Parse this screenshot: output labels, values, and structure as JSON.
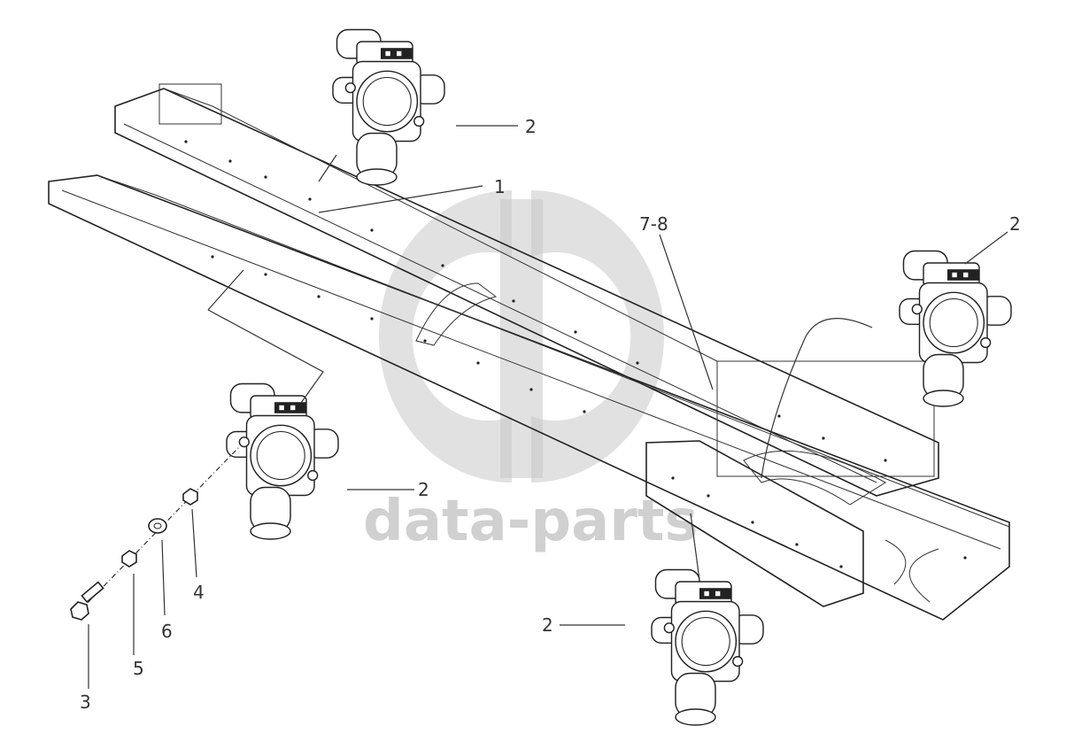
{
  "callouts": {
    "c1": "1",
    "c2_top": "2",
    "c2_right": "2",
    "c2_mid": "2",
    "c2_bottom": "2",
    "c3": "3",
    "c4": "4",
    "c5": "5",
    "c6": "6",
    "c78": "7-8"
  },
  "watermark": {
    "text": "data-parts",
    "color": "#c0c0c0"
  },
  "colors": {
    "line": "#222222",
    "background": "#ffffff"
  },
  "icons": {
    "valve": "air-dryer-valve-icon",
    "bolt": "hex-bolt-icon",
    "nut": "hex-nut-icon",
    "washer": "washer-icon"
  }
}
